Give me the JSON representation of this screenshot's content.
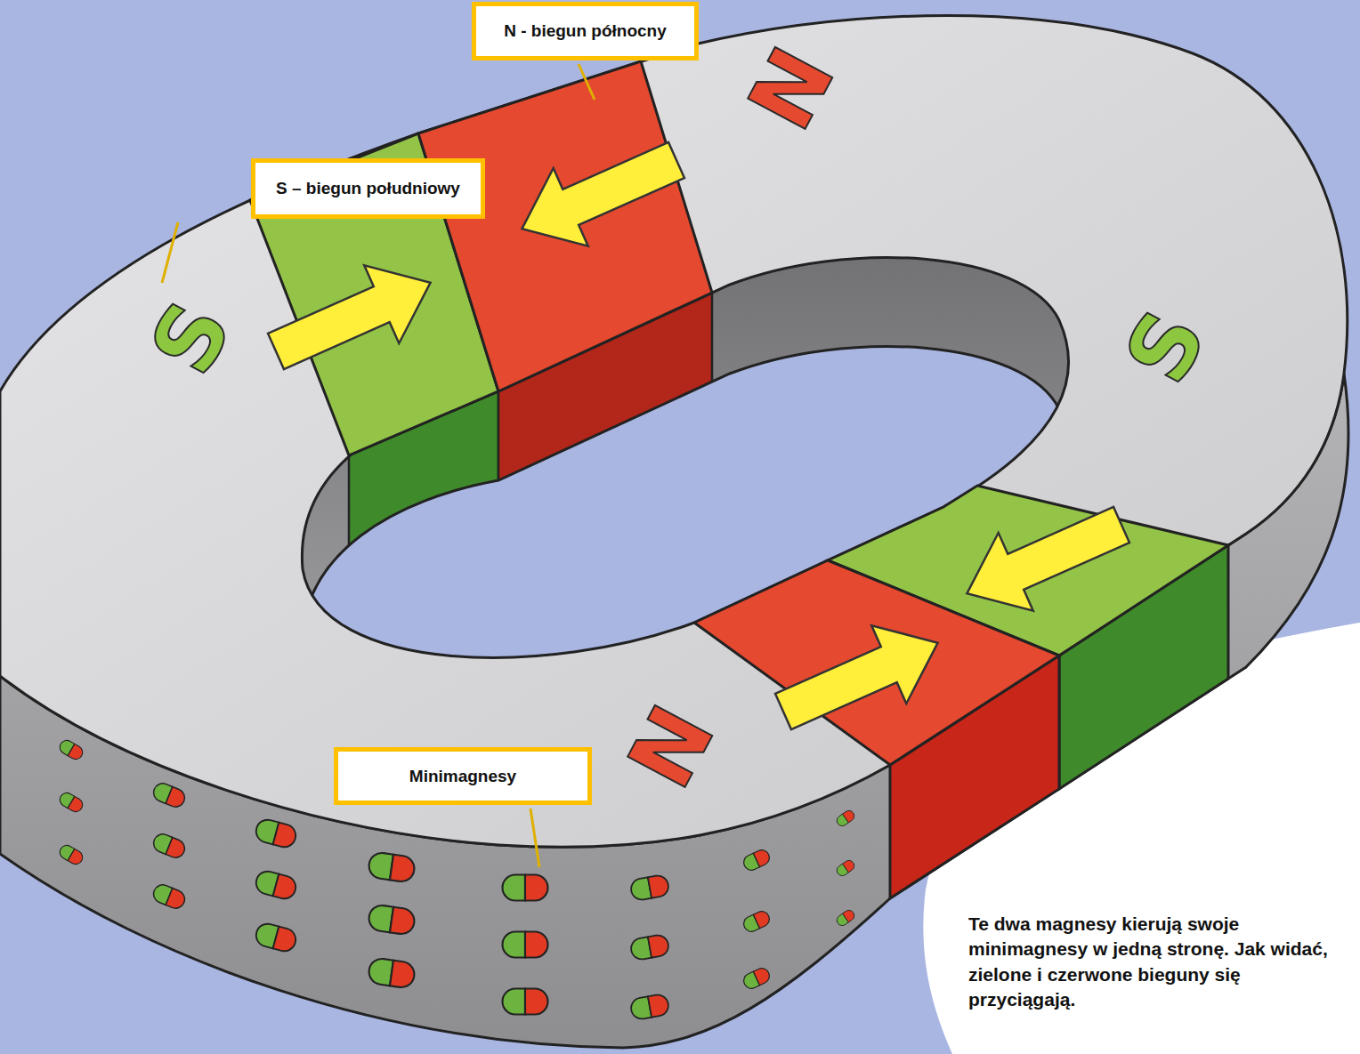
{
  "diagram": {
    "caption": "Te dwa magnesy kierują swoje minimagnesy w jedną stronę. Jak widać, zielone i czerwone bieguny się przyciągają.",
    "nodes": [
      {
        "text": [
          "N - biegun północny"
        ]
      },
      {
        "text": [
          "S – biegun południowy"
        ]
      },
      {
        "text": [
          "Minimagnesy"
        ]
      }
    ],
    "labels": [
      "N",
      "S",
      "S",
      "N"
    ]
  }
}
